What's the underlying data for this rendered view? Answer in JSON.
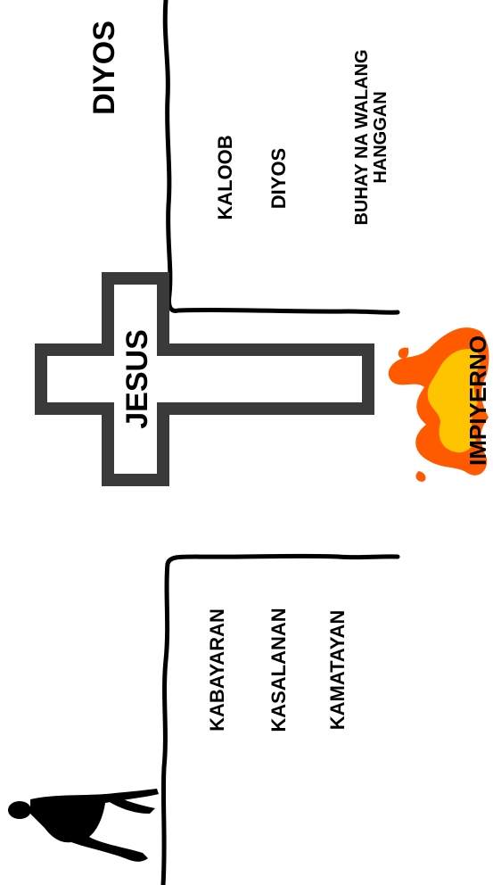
{
  "labels": {
    "god_side_title": "DIYOS",
    "god_side_items": [
      "KALOOB",
      "DIYOS",
      "BUHAY NA WALANG\nHANGGAN"
    ],
    "cross_label": "JESUS",
    "chasm_label": "IMPIYERNO",
    "human_side_items": [
      "KABAYARAN",
      "KASALANAN",
      "KAMATAYAN"
    ]
  },
  "icons": {
    "person": "walking-person-icon",
    "flame": "flame-icon",
    "cross": "cross-icon"
  },
  "colors": {
    "ink": "#000000",
    "cross_border": "#3a3a3a",
    "flame_outer": "#ff5a00",
    "flame_inner": "#ffc400"
  }
}
